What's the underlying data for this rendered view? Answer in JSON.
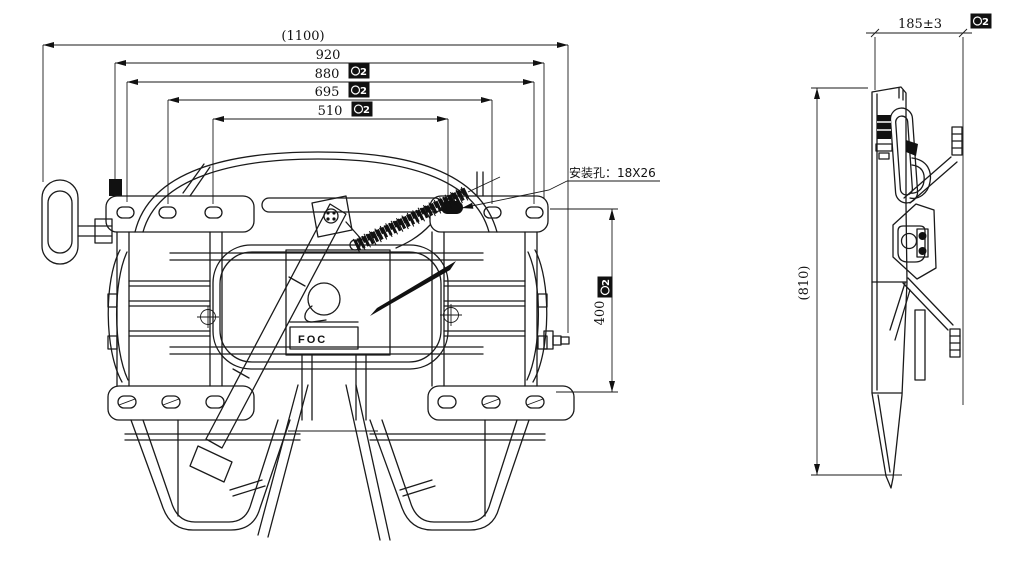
{
  "drawing": {
    "background": "#ffffff",
    "line_color": "#1a1a1a",
    "marker_number": "2",
    "front_view": {
      "dim_overall_width": "(1100)",
      "dim_920": "920",
      "dim_880": "880",
      "dim_695": "695",
      "dim_510": "510",
      "dim_400": "400",
      "leader_note": "安装孔：18X26",
      "part_label": "FOC"
    },
    "side_view": {
      "dim_width": "185±3",
      "dim_height": "(810)"
    }
  }
}
